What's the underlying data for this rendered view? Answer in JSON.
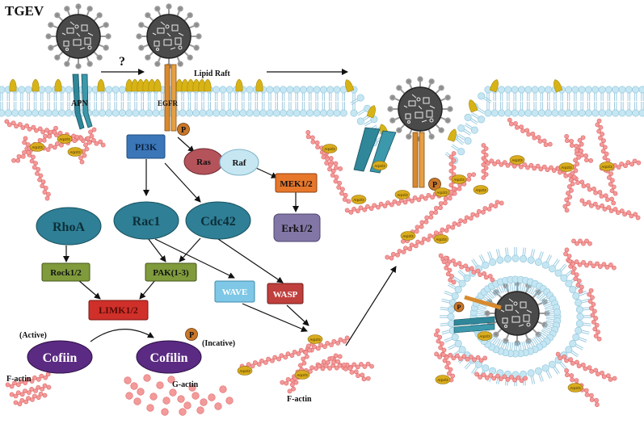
{
  "title": "TGEV",
  "labels": {
    "question": "?",
    "lipid_raft": "Lipid Raft",
    "apn": "APN",
    "egfr": "EGFR",
    "p": "P",
    "active": "(Active)",
    "inactive": "(Incative)",
    "factin": "F-actin",
    "gactin": "G-actin",
    "arp": "Arp2/3"
  },
  "nodes": {
    "pi3k": "PI3K",
    "ras": "Ras",
    "raf": "Raf",
    "mek": "MEK1/2",
    "erk": "Erk1/2",
    "rhoa": "RhoA",
    "rac1": "Rac1",
    "cdc42": "Cdc42",
    "rock": "Rock1/2",
    "pak": "PAK(1-3)",
    "limk": "LIMK1/2",
    "wave": "WAVE",
    "wasp": "WASP",
    "cofiin": "Cofiin",
    "cofilin": "Cofilin"
  },
  "colors": {
    "membrane_head": "#bfe3f0",
    "membrane_tail": "#9ccbe0",
    "raft": "#d4b21a",
    "receptor_apn": "#2f8799",
    "receptor_egfr": "#d88a2e",
    "phospho": "#c9772a",
    "actin": "#f08a8a",
    "arp": "#d9ac1e",
    "pi3k": "#3b76b8",
    "ras": "#b5535b",
    "raf": "#bfe3ef",
    "mek": "#e7772b",
    "erk": "#8276a6",
    "gtpase": "#2f7f96",
    "rock": "#7f9b3c",
    "limk": "#d0302a",
    "wave": "#7fc7e6",
    "wasp": "#c0403d",
    "cofilin": "#5b2a82",
    "virus": "#444444"
  }
}
